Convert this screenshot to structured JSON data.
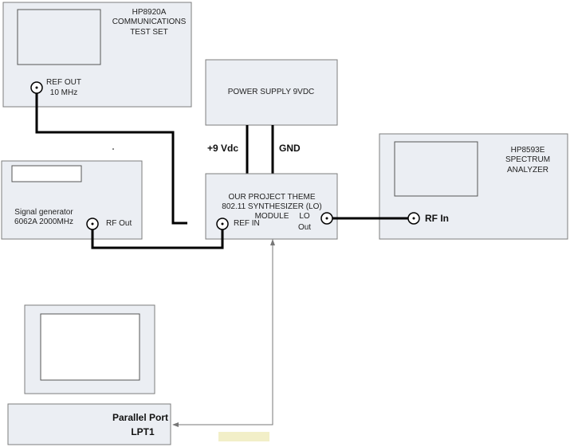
{
  "hp8920a": {
    "title_line1": "HP8920A",
    "title_line2": "COMMUNICATIONS",
    "title_line3": "TEST SET",
    "ref_out_line1": "REF OUT",
    "ref_out_line2": "10 MHz"
  },
  "power_supply": {
    "label": "POWER SUPPLY 9VDC"
  },
  "supply_lines": {
    "plus": "+9 Vdc",
    "gnd": "GND"
  },
  "signal_generator": {
    "line1": "Signal generator",
    "line2": "6062A 2000MHz",
    "rf_out": "RF Out"
  },
  "synthesizer": {
    "line1": "OUR PROJECT THEME",
    "line2": "802.11 SYNTHESIZER (LO)",
    "line3": "MODULE",
    "ref_in": "REF IN",
    "lo_line1": "LO",
    "lo_line2": "Out"
  },
  "spectrum_analyzer": {
    "line1": "HP8593E",
    "line2": "SPECTRUM",
    "line3": "ANALYZER",
    "rf_in": "RF In"
  },
  "pc": {
    "port_line1": "Parallel Port",
    "port_line2": "LPT1"
  },
  "colors": {
    "box_fill": "#ebeef3",
    "box_stroke": "#7d7d7d",
    "cable": "#000000"
  }
}
